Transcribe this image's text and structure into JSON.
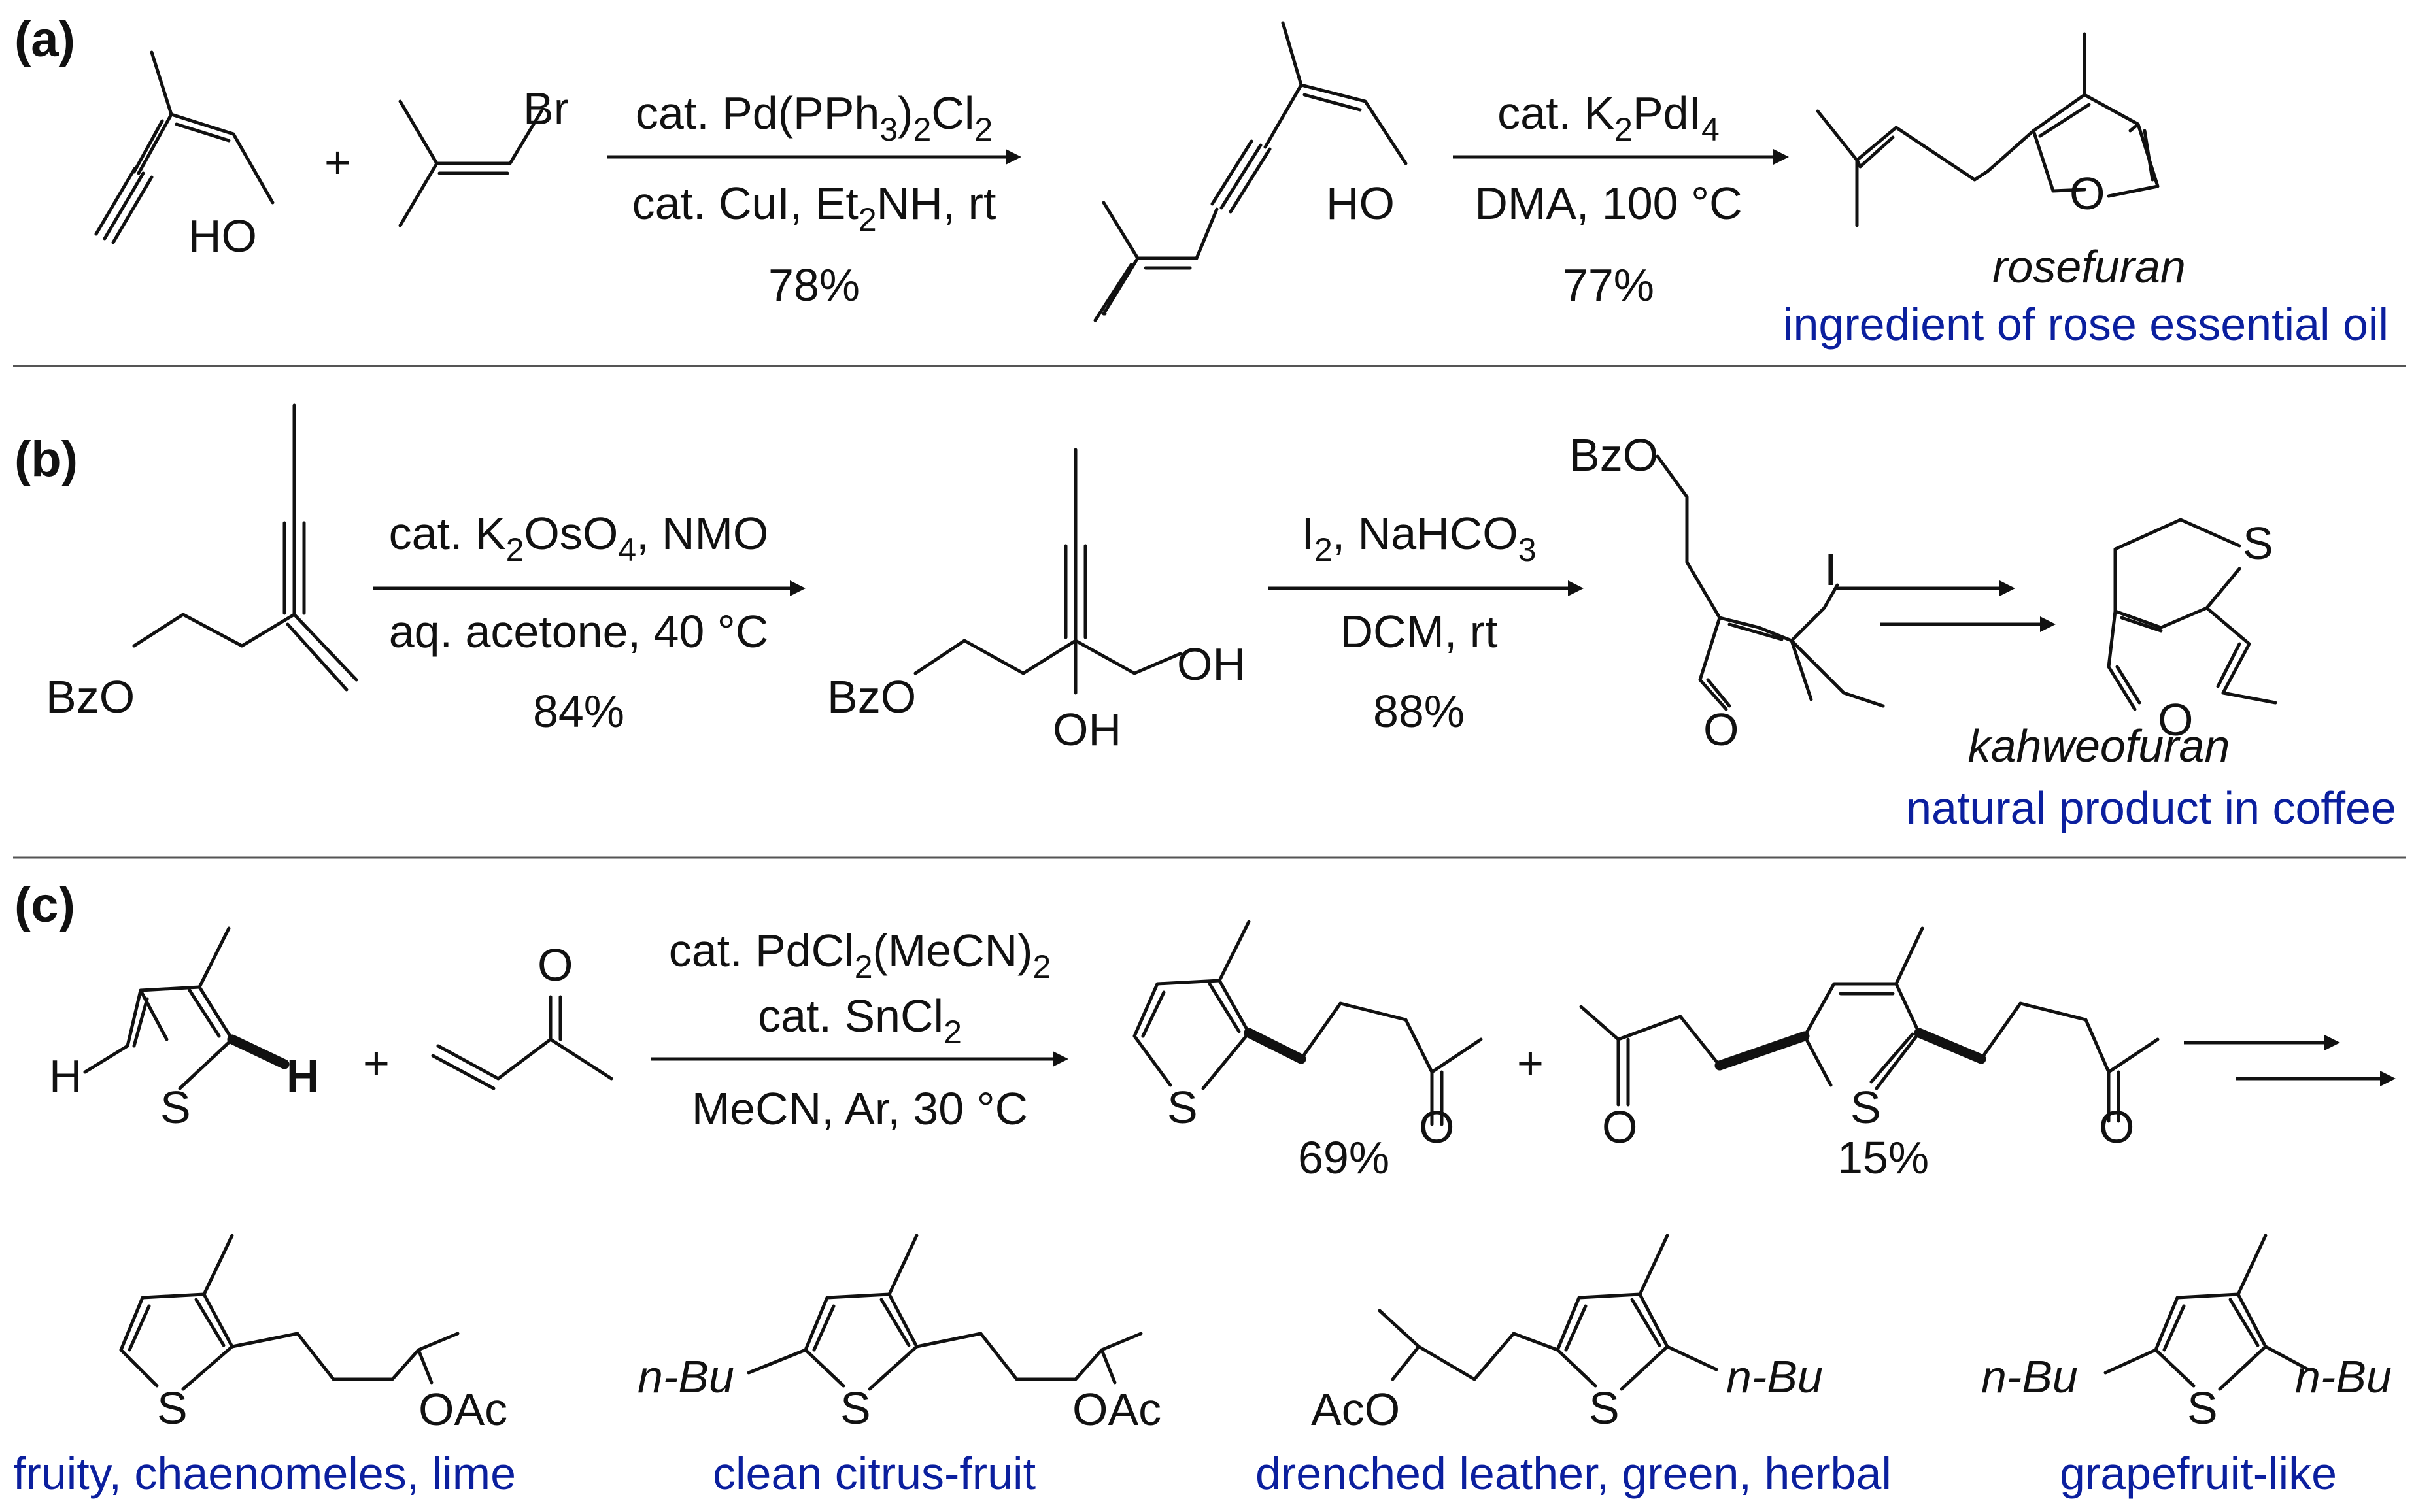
{
  "sections": {
    "a": {
      "label": "(a)",
      "step1": {
        "line1": "cat. Pd(PPh",
        "line1_sub": "3",
        "line1_mid": ")",
        "line1_sub2": "2",
        "line1_end": "Cl",
        "line1_sub3": "2",
        "line2": "cat. CuI, Et",
        "line2_sub": "2",
        "line2_end": "NH, rt",
        "yield": "78%"
      },
      "step2": {
        "line1": "cat. K",
        "line1_sub": "2",
        "line1_end": "PdI",
        "line1_sub2": "4",
        "line2": "DMA, 100 °C",
        "yield": "77%"
      },
      "atoms": {
        "ho1": "HO",
        "br": "Br",
        "ho2": "HO",
        "o": "O",
        "plus": "+"
      },
      "product_name": "rosefuran",
      "product_note": "ingredient of rose essential oil"
    },
    "b": {
      "label": "(b)",
      "step1": {
        "line1": "cat. K",
        "line1_sub": "2",
        "line1_end": "OsO",
        "line1_sub2": "4",
        "line1_tail": ", NMO",
        "line2": "aq. acetone, 40 °C",
        "yield": "84%"
      },
      "step2": {
        "line1": "I",
        "line1_sub": "2",
        "line1_end": ", NaHCO",
        "line1_sub2": "3",
        "line2": "DCM, rt",
        "yield": "88%"
      },
      "atoms": {
        "bzo1": "BzO",
        "bzo2": "BzO",
        "oh1": "OH",
        "oh2": "OH",
        "bzo3": "BzO",
        "i": "I",
        "o1": "O",
        "s": "S",
        "o2": "O"
      },
      "product_name": "kahweofuran",
      "product_note": "natural product in coffee"
    },
    "c": {
      "label": "(c)",
      "step1": {
        "line1": "cat. PdCl",
        "line1_sub": "2",
        "line1_end": "(MeCN)",
        "line1_sub2": "2",
        "line2": "cat. SnCl",
        "line2_sub": "2",
        "line3": "MeCN, Ar, 30 °C"
      },
      "atoms": {
        "h1": "H",
        "s1": "S",
        "h2": "H",
        "plus1": "+",
        "o1": "O",
        "s2": "S",
        "o2": "O",
        "plus2": "+",
        "o3": "O",
        "s3": "S",
        "o4": "O"
      },
      "yield1": "69%",
      "yield2": "15%",
      "products": [
        {
          "s": "S",
          "sub": "OAc",
          "note": "fruity, chaenomeles, lime"
        },
        {
          "s": "S",
          "nbu": "n-Bu",
          "sub": "OAc",
          "note": "clean citrus-fruit"
        },
        {
          "s": "S",
          "aco": "AcO",
          "nbu": "n-Bu",
          "note": "drenched leather, green, herbal"
        },
        {
          "s": "S",
          "nbu1": "n-Bu",
          "nbu2": "n-Bu",
          "note": "grapefruit-like"
        }
      ]
    }
  },
  "colors": {
    "note_blue": "#0b1f9e",
    "bond": "#111111",
    "divider": "#555555"
  }
}
